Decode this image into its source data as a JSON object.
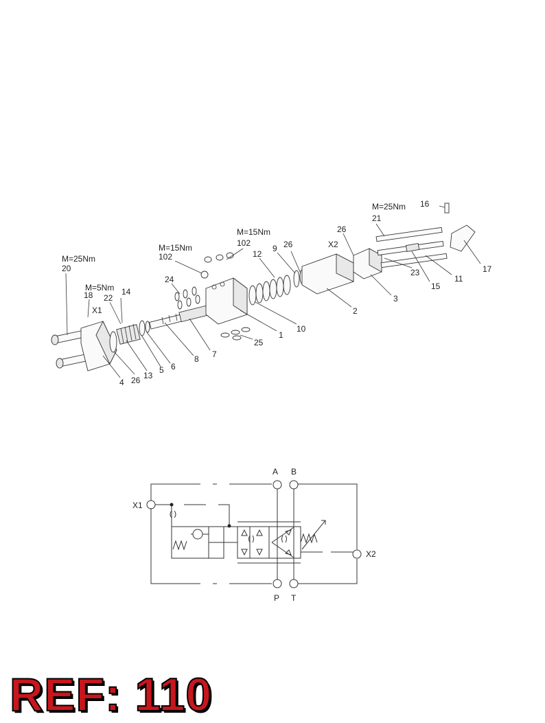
{
  "exploded_view": {
    "callouts": [
      "1",
      "2",
      "3",
      "4",
      "5",
      "6",
      "7",
      "8",
      "9",
      "10",
      "11",
      "12",
      "13",
      "14",
      "15",
      "16",
      "17",
      "18",
      "20",
      "21",
      "22",
      "23",
      "24",
      "25",
      "26",
      "26",
      "26",
      "102",
      "102",
      "X1",
      "X2"
    ],
    "torques": {
      "t20": "M=25Nm",
      "t21": "M=25Nm",
      "t18": "M=5Nm",
      "t102a": "M=15Nm",
      "t102b": "M=15Nm"
    }
  },
  "hydraulic_symbol": {
    "ports": {
      "A": "A",
      "B": "B",
      "P": "P",
      "T": "T",
      "X1": "X1",
      "X2": "X2"
    }
  },
  "ref_label": "REF: 110"
}
